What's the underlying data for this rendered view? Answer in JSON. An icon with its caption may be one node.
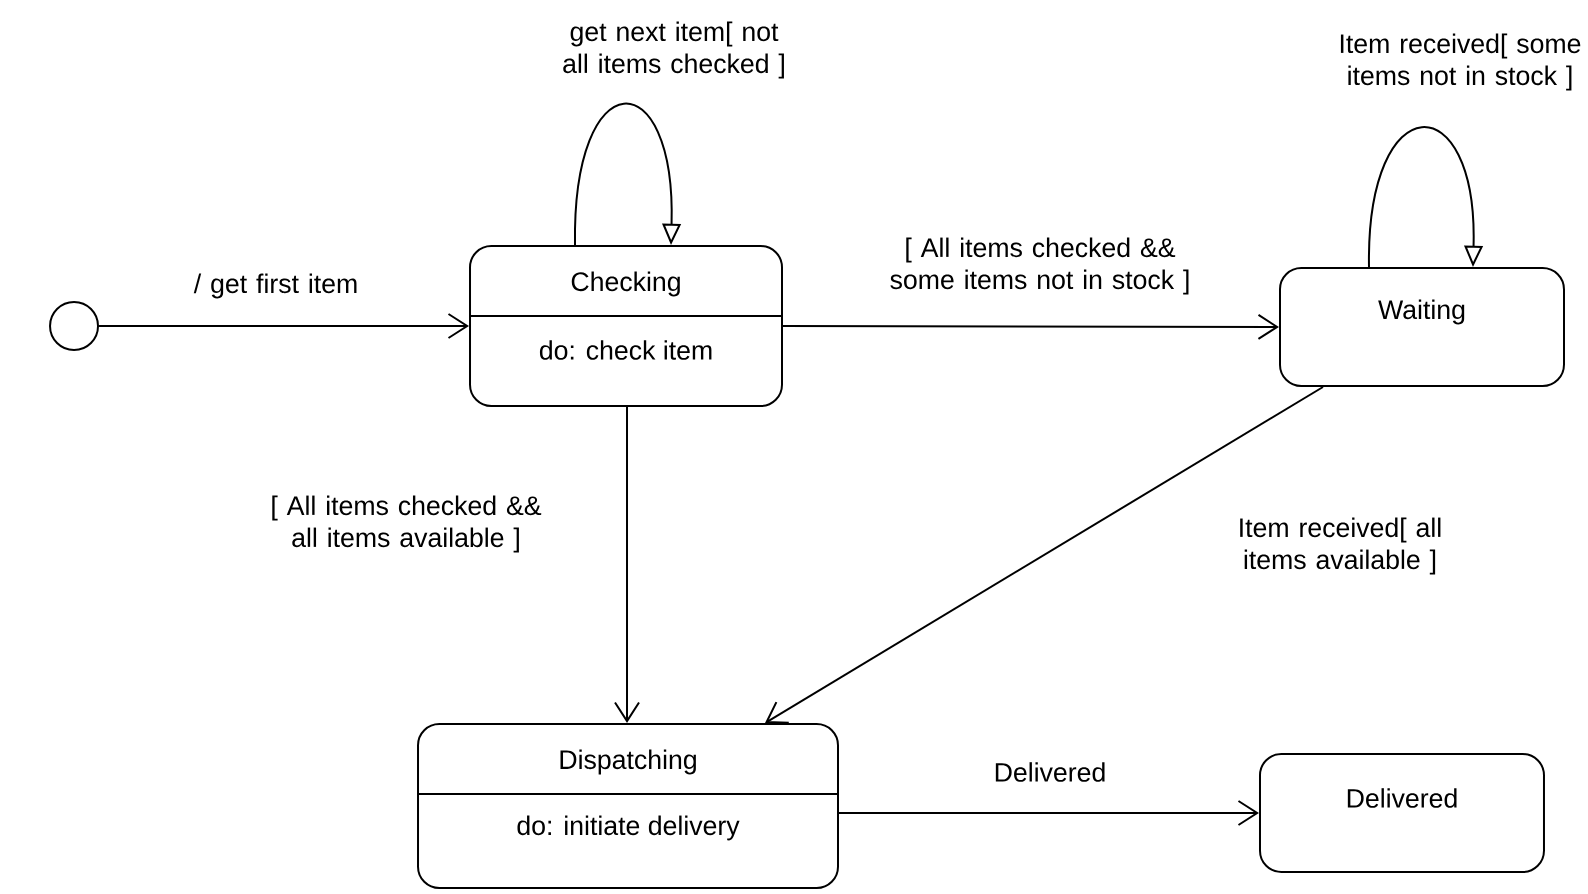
{
  "diagram": {
    "nodes": [
      {
        "text": [],
        "shape": "circle"
      },
      {
        "text": [
          "Checking",
          "do: check item"
        ]
      },
      {
        "text": [
          "Waiting"
        ]
      },
      {
        "text": [
          "Dispatching",
          "do: initiate delivery"
        ]
      },
      {
        "text": [
          "Delivered"
        ]
      }
    ],
    "edges": [
      {
        "from": 0,
        "to": 1,
        "arrow": "to",
        "label": "/ get first item"
      },
      {
        "from": 1,
        "to": 1,
        "arrow": "to",
        "label": "get next item[ not all items checked ]"
      },
      {
        "from": 1,
        "to": 2,
        "arrow": "to",
        "label": "[ All items checked && some items not in stock ]"
      },
      {
        "from": 2,
        "to": 2,
        "arrow": "to",
        "label": "Item received[ some items not in stock ]"
      },
      {
        "from": 1,
        "to": 3,
        "arrow": "to",
        "label": "[ All items checked && all items available ]"
      },
      {
        "from": 2,
        "to": 3,
        "arrow": "to",
        "label": "Item received[ all items available ]"
      },
      {
        "from": 3,
        "to": 4,
        "arrow": "to",
        "label": "Delivered"
      }
    ]
  }
}
